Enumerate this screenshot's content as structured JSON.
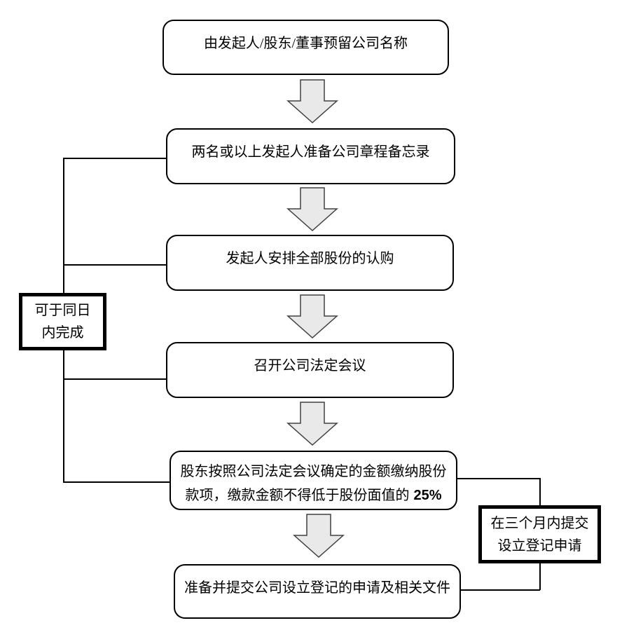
{
  "page": {
    "background": "#ffffff",
    "kind": "flowchart"
  },
  "flowchart": {
    "steps": [
      {
        "label": "由发起人/股东/董事预留公司名称"
      },
      {
        "label": "两名或以上发起人准备公司章程备忘录"
      },
      {
        "label": "发起人安排全部股份的认购"
      },
      {
        "label": "召开公司法定会议"
      },
      {
        "line1": "股东按照公司法定会议确定的金额缴纳股份",
        "line2_prefix": "款项，缴款金额不得低于股份面值的",
        "line2_bold": "25%"
      },
      {
        "label": "准备并提交公司设立登记的申请及相关文件"
      }
    ],
    "notes": {
      "same_day": {
        "line1": "可于同日",
        "line2": "内完成"
      },
      "three_months": {
        "line1": "在三个月内提交",
        "line2": "设立登记申请"
      }
    },
    "colors": {
      "box_border": "#000000",
      "box_fill": "#ffffff",
      "note_border": "#000000",
      "arrow_fill": "#e9e9e9",
      "arrow_stroke": "#404040",
      "connector_line": "#000000",
      "text": "#000000"
    }
  }
}
